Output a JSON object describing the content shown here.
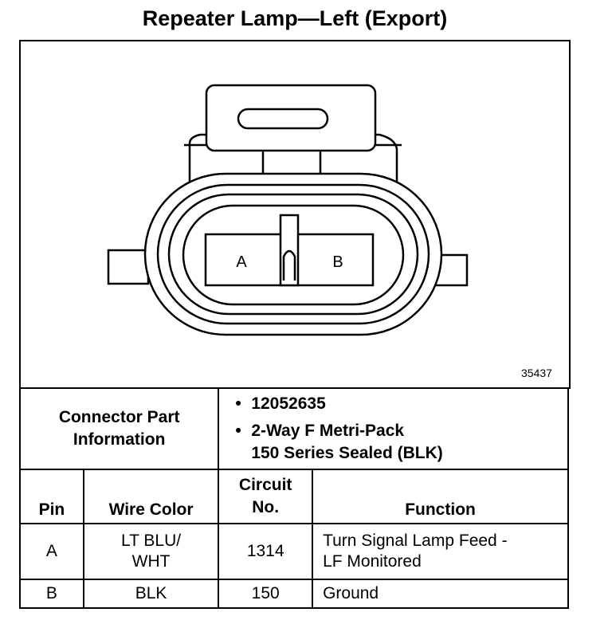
{
  "title": "Repeater Lamp—Left (Export)",
  "diagram": {
    "pin_labels": [
      "A",
      "B"
    ],
    "figure_number": "35437"
  },
  "connector_info": {
    "label_line1": "Connector Part",
    "label_line2": "Information",
    "items": [
      {
        "line1": "12052635",
        "line2": ""
      },
      {
        "line1": "2-Way F Metri-Pack",
        "line2": "150 Series Sealed (BLK)"
      }
    ]
  },
  "table": {
    "headers": {
      "pin": "Pin",
      "wire_color": "Wire Color",
      "circuit_line1": "Circuit",
      "circuit_line2": "No.",
      "function": "Function"
    },
    "rows": [
      {
        "pin": "A",
        "wire_line1": "LT BLU/",
        "wire_line2": "WHT",
        "circuit": "1314",
        "function_line1": "Turn Signal Lamp Feed -",
        "function_line2": "LF Monitored"
      },
      {
        "pin": "B",
        "wire_line1": "BLK",
        "wire_line2": "",
        "circuit": "150",
        "function_line1": "Ground",
        "function_line2": ""
      }
    ]
  }
}
